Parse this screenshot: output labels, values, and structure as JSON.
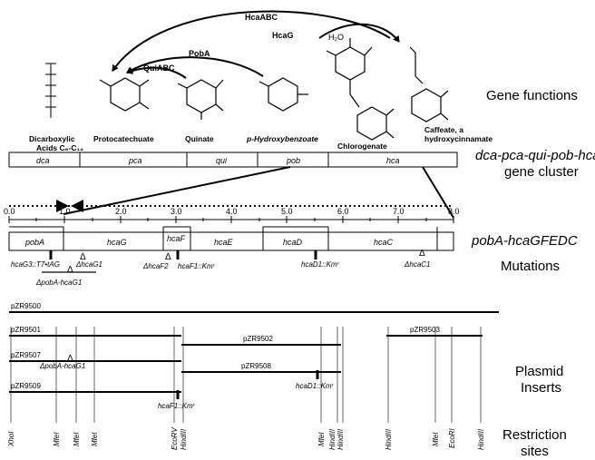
{
  "enzymes": {
    "hcaABC": "HcaABC",
    "hcaG": "HcaG",
    "pobA": "PobA",
    "quiABC": "QuiABC",
    "water": "H₂O"
  },
  "compounds": {
    "dicarboxylic": [
      "Dicarboxylic",
      "Acids C₆-C₁₄"
    ],
    "protocatechuate": "Protocatechuate",
    "quinate": "Quinate",
    "hydroxybenzoate": "p-Hydroxybenzoate",
    "chlorogenate": "Chlorogenate",
    "caffeate": [
      "Caffeate, a",
      "hydroxycinnamate"
    ]
  },
  "row_labels": {
    "gene_functions": "Gene functions",
    "cluster": [
      "dca-pca-qui-pob-hca",
      "gene cluster"
    ],
    "region": "pobA-hcaGFEDC",
    "mutations": "Mutations",
    "plasmid": [
      "Plasmid",
      "Inserts"
    ],
    "restriction": [
      "Restriction",
      "sites"
    ]
  },
  "cluster_segments": [
    "dca",
    "pca",
    "qui",
    "pob",
    "hca"
  ],
  "scale_ticks": [
    "0.0",
    "1.0",
    "2.0",
    "3.0",
    "4.0",
    "5.0",
    "6.0",
    "7.0",
    "8.0"
  ],
  "genes": [
    "pobA",
    "hcaG",
    "hcaF",
    "hcaE",
    "hcaD",
    "hcaC"
  ],
  "mutations": {
    "hcaG3": "hcaG3::T7•tAG",
    "delta_pobA_hcaG1": "ΔpobA-hcaG1",
    "delta_hcaG1": "ΔhcaG1",
    "delta_hcaF2": "ΔhcaF2",
    "hcaF1": "hcaF1::Kmʳ",
    "hcaD1": "hcaD1::Kmʳ",
    "delta_hcaC1": "ΔhcaC1"
  },
  "plasmids": {
    "pZR9500": "pZR9500",
    "pZR9501": "pZR9501",
    "pZR9502": "pZR9502",
    "pZR9503": "pZR9503",
    "pZR9507": "pZR9507",
    "pZR9508": "pZR9508",
    "pZR9509": "pZR9509",
    "pZR9507_deletion": "ΔpobA-hcaG1",
    "pZR9509_marker": "hcaF1::Kmʳ",
    "pZR9508_marker": "hcaD1::Kmʳ"
  },
  "restriction_sites": [
    "XhoI",
    "MfeI",
    "MfeI",
    "MfeI",
    "EcoRV",
    "HindIII",
    "MfeI",
    "HindIII",
    "HindIII",
    "HindIII",
    "MfeI",
    "EcoRI",
    "HindIII"
  ]
}
